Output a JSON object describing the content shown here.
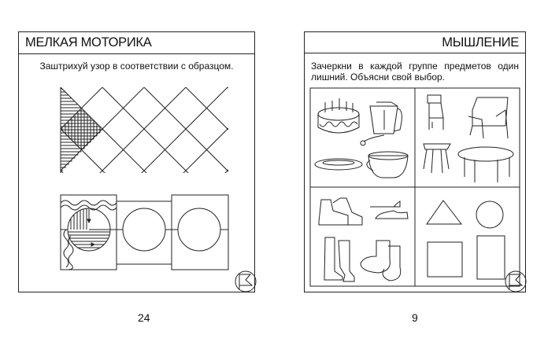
{
  "left_page": {
    "title": "МЕЛКАЯ МОТОРИКА",
    "instruction": "Заштрихуй узор в соответствии с образцом.",
    "page_number": "24",
    "icon": "flag-in-circle-icon"
  },
  "right_page": {
    "title": "МЫШЛЕНИЕ",
    "instruction": "Зачеркни в каждой группе предметов один лишний. Объясни свой выбор.",
    "page_number": "9",
    "icon": "flag-in-circle-icon",
    "groups": [
      {
        "items": [
          "cake",
          "kettle",
          "plate",
          "cup"
        ]
      },
      {
        "items": [
          "chair",
          "armchair",
          "stool",
          "table"
        ]
      },
      {
        "items": [
          "boots",
          "sandals",
          "tall-boots",
          "socks"
        ]
      },
      {
        "items": [
          "triangle",
          "circle",
          "square",
          "rectangle"
        ]
      }
    ]
  }
}
